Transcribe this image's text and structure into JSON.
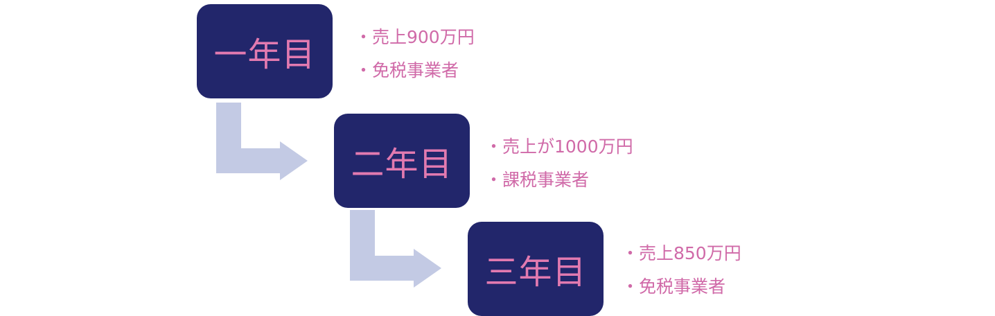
{
  "colors": {
    "box_fill": "#22266b",
    "box_text": "#e27ab0",
    "desc_text": "#d06aa8",
    "arrow_fill": "#c3cae4"
  },
  "steps": [
    {
      "label": "一年目",
      "lines": [
        "・売上900万円",
        "・免税事業者"
      ]
    },
    {
      "label": "二年目",
      "lines": [
        "・売上が1000万円",
        "・課税事業者"
      ]
    },
    {
      "label": "三年目",
      "lines": [
        "・売上850万円",
        "・免税事業者"
      ]
    }
  ]
}
